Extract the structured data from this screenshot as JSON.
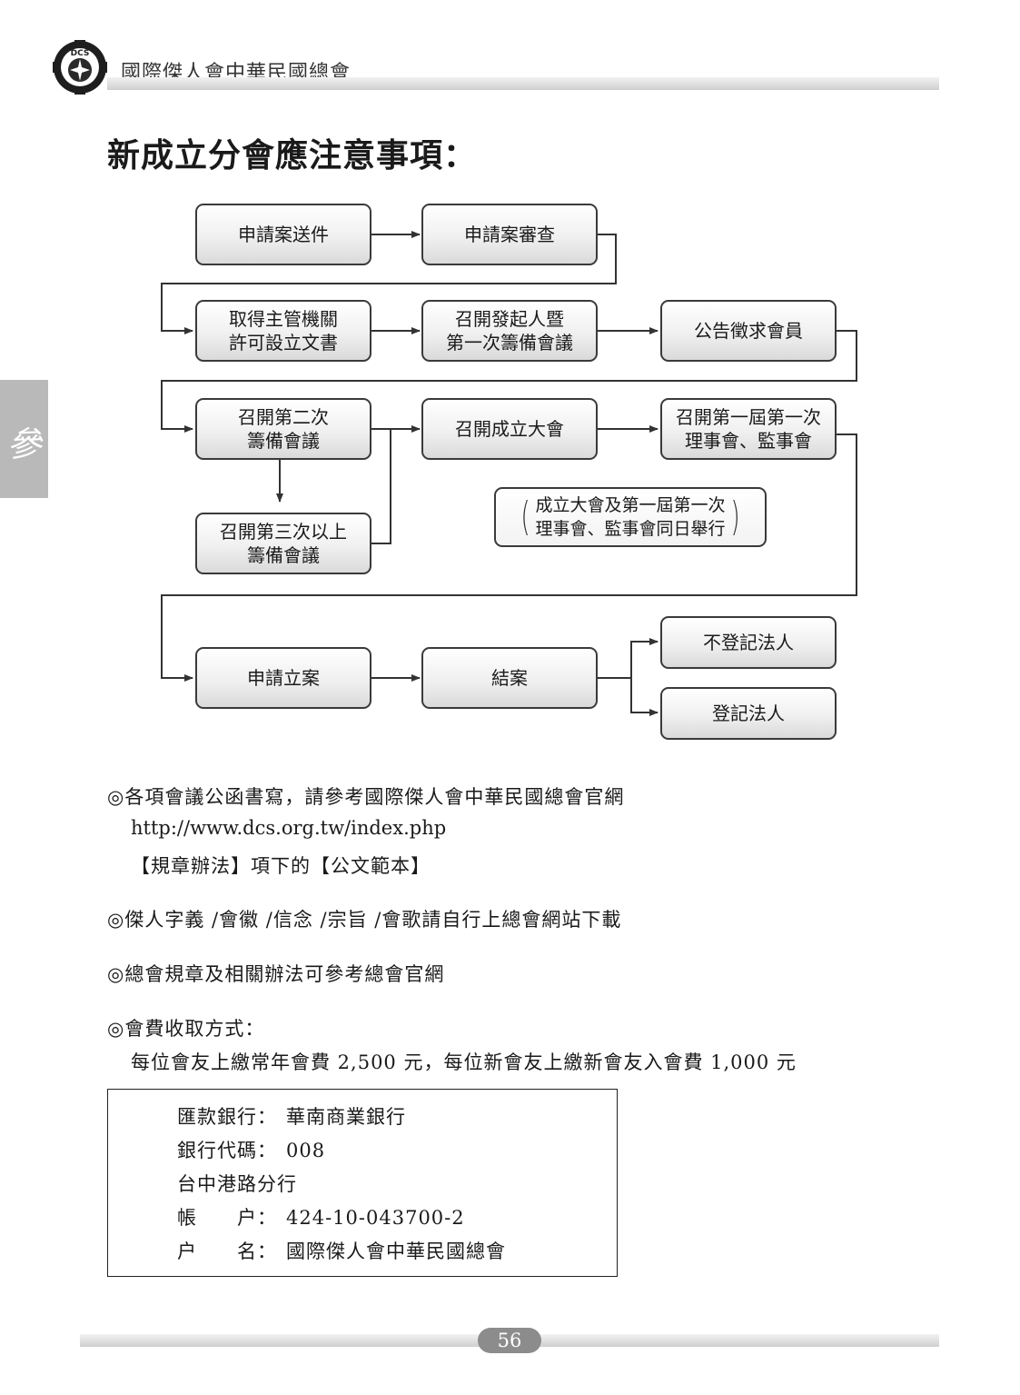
{
  "header": {
    "logo_text": "DCS",
    "org_name": "國際傑人會中華民國總會"
  },
  "side_tab": {
    "label": "參"
  },
  "page_title": "新成立分會應注意事項：",
  "flowchart": {
    "steps": {
      "submit_application": "申請案送件",
      "review_application": "申請案審查",
      "obtain_permit": "取得主管機關\n許可設立文書",
      "first_prep_meeting": "召開發起人暨\n第一次籌備會議",
      "announce_recruit": "公告徵求會員",
      "second_prep_meeting": "召開第二次\n籌備會議",
      "founding_assembly": "召開成立大會",
      "first_board_meeting": "召開第一屆第一次\n理事會、監事會",
      "third_prep_meeting": "召開第三次以上\n籌備會議",
      "apply_registration": "申請立案",
      "close_case": "結案",
      "not_registered_entity": "不登記法人",
      "registered_entity": "登記法人"
    },
    "note": "成立大會及第一屆第一次\n理事會、監事會同日舉行"
  },
  "notes": {
    "item1_line1": "◎各項會議公函書寫，請參考國際傑人會中華民國總會官網",
    "item1_url": "http://www.dcs.org.tw/index.php",
    "item1_line3": "【規章辦法】項下的【公文範本】",
    "item2": "◎傑人字義 /會徽 /信念 /宗旨 /會歌請自行上總會網站下載",
    "item3": "◎總會規章及相關辦法可參考總會官網",
    "item4_title": "◎會費收取方式：",
    "item4_detail": "每位會友上繳常年會費 2,500 元，每位新會友上繳新會友入會費 1,000 元"
  },
  "bank": {
    "bank_label": "匯款銀行：",
    "bank_value": "華南商業銀行",
    "code_label": "銀行代碼：",
    "code_value": "008",
    "branch": "台中港路分行",
    "account_label": "帳　　户：",
    "account_value": "424-10-043700-2",
    "name_label": "户　　名：",
    "name_value": "國際傑人會中華民國總會"
  },
  "footer": {
    "page_number": "56"
  }
}
